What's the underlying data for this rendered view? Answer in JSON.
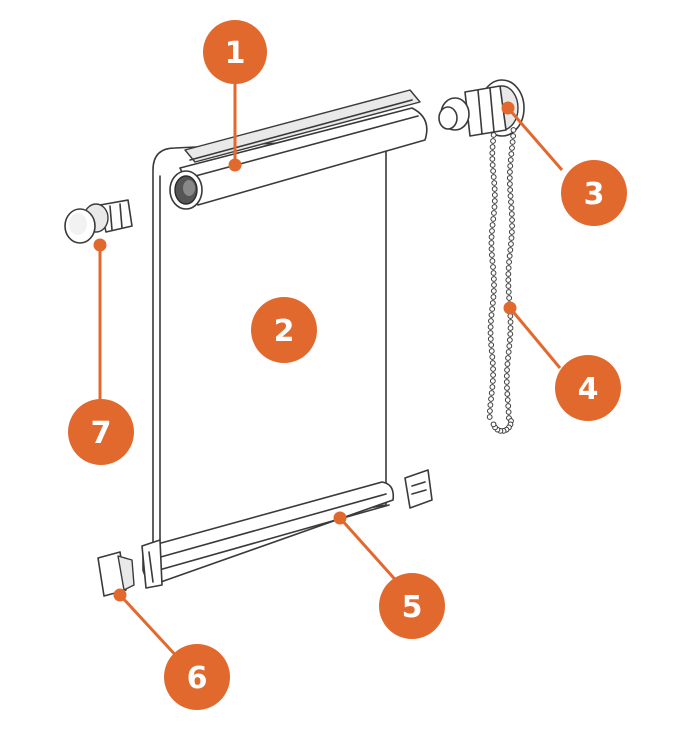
{
  "colors": {
    "callout": "#e2692e",
    "outline": "#3a3a3a",
    "fill": "#ffffff"
  },
  "callouts": [
    {
      "label": "1"
    },
    {
      "label": "2"
    },
    {
      "label": "3"
    },
    {
      "label": "4"
    },
    {
      "label": "5"
    },
    {
      "label": "6"
    },
    {
      "label": "7"
    }
  ]
}
